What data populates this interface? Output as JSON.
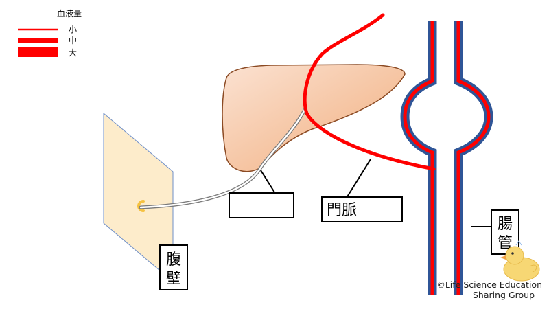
{
  "legend": {
    "title": "血液量",
    "items": [
      {
        "label": "小"
      },
      {
        "label": "中"
      },
      {
        "label": "大"
      }
    ]
  },
  "labels": {
    "liver_box": "",
    "portal_vein": "門脈",
    "intestine_line1": "腸",
    "intestine_line2": "管",
    "abdominal_wall_line1": "腹",
    "abdominal_wall_line2": "壁"
  },
  "copyright": {
    "line1": "©Life Science Education",
    "line2": "Sharing Group"
  },
  "colors": {
    "blood_red": "#ff0000",
    "vessel_blue": "#2f5597",
    "liver_fill": "#f4b183",
    "liver_edge": "#8b4a23",
    "wall_fill": "#fdeccb",
    "wall_edge": "#6f8fc7",
    "stoma": "#f5c242"
  }
}
